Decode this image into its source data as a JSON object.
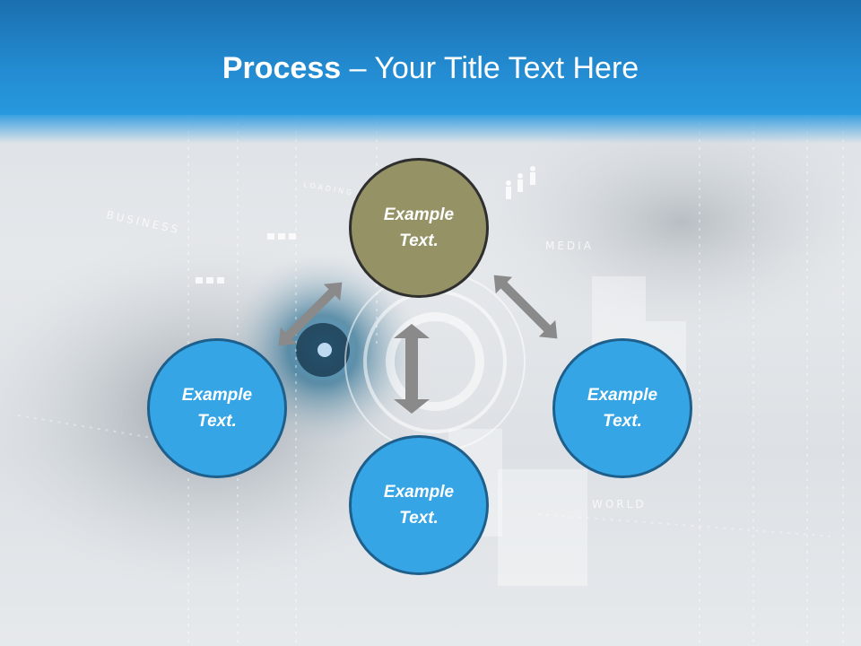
{
  "slide": {
    "title_bold": "Process",
    "title_rest": " – Your Title Text Here"
  },
  "nodes": {
    "top": {
      "line1": "Example",
      "line2": "Text."
    },
    "left": {
      "line1": "Example",
      "line2": "Text."
    },
    "right": {
      "line1": "Example",
      "line2": "Text."
    },
    "bottom": {
      "line1": "Example",
      "line2": "Text."
    }
  },
  "background_labels": {
    "business": "BUSINESS",
    "media": "MEDIA",
    "world": "WORLD",
    "loading": "LOADING"
  },
  "colors": {
    "header": "#2799de",
    "circle_blue": "#35a5e6",
    "circle_blue_border": "#1f5f8b",
    "circle_olive": "#959366",
    "arrow": "#8a8a8a"
  }
}
